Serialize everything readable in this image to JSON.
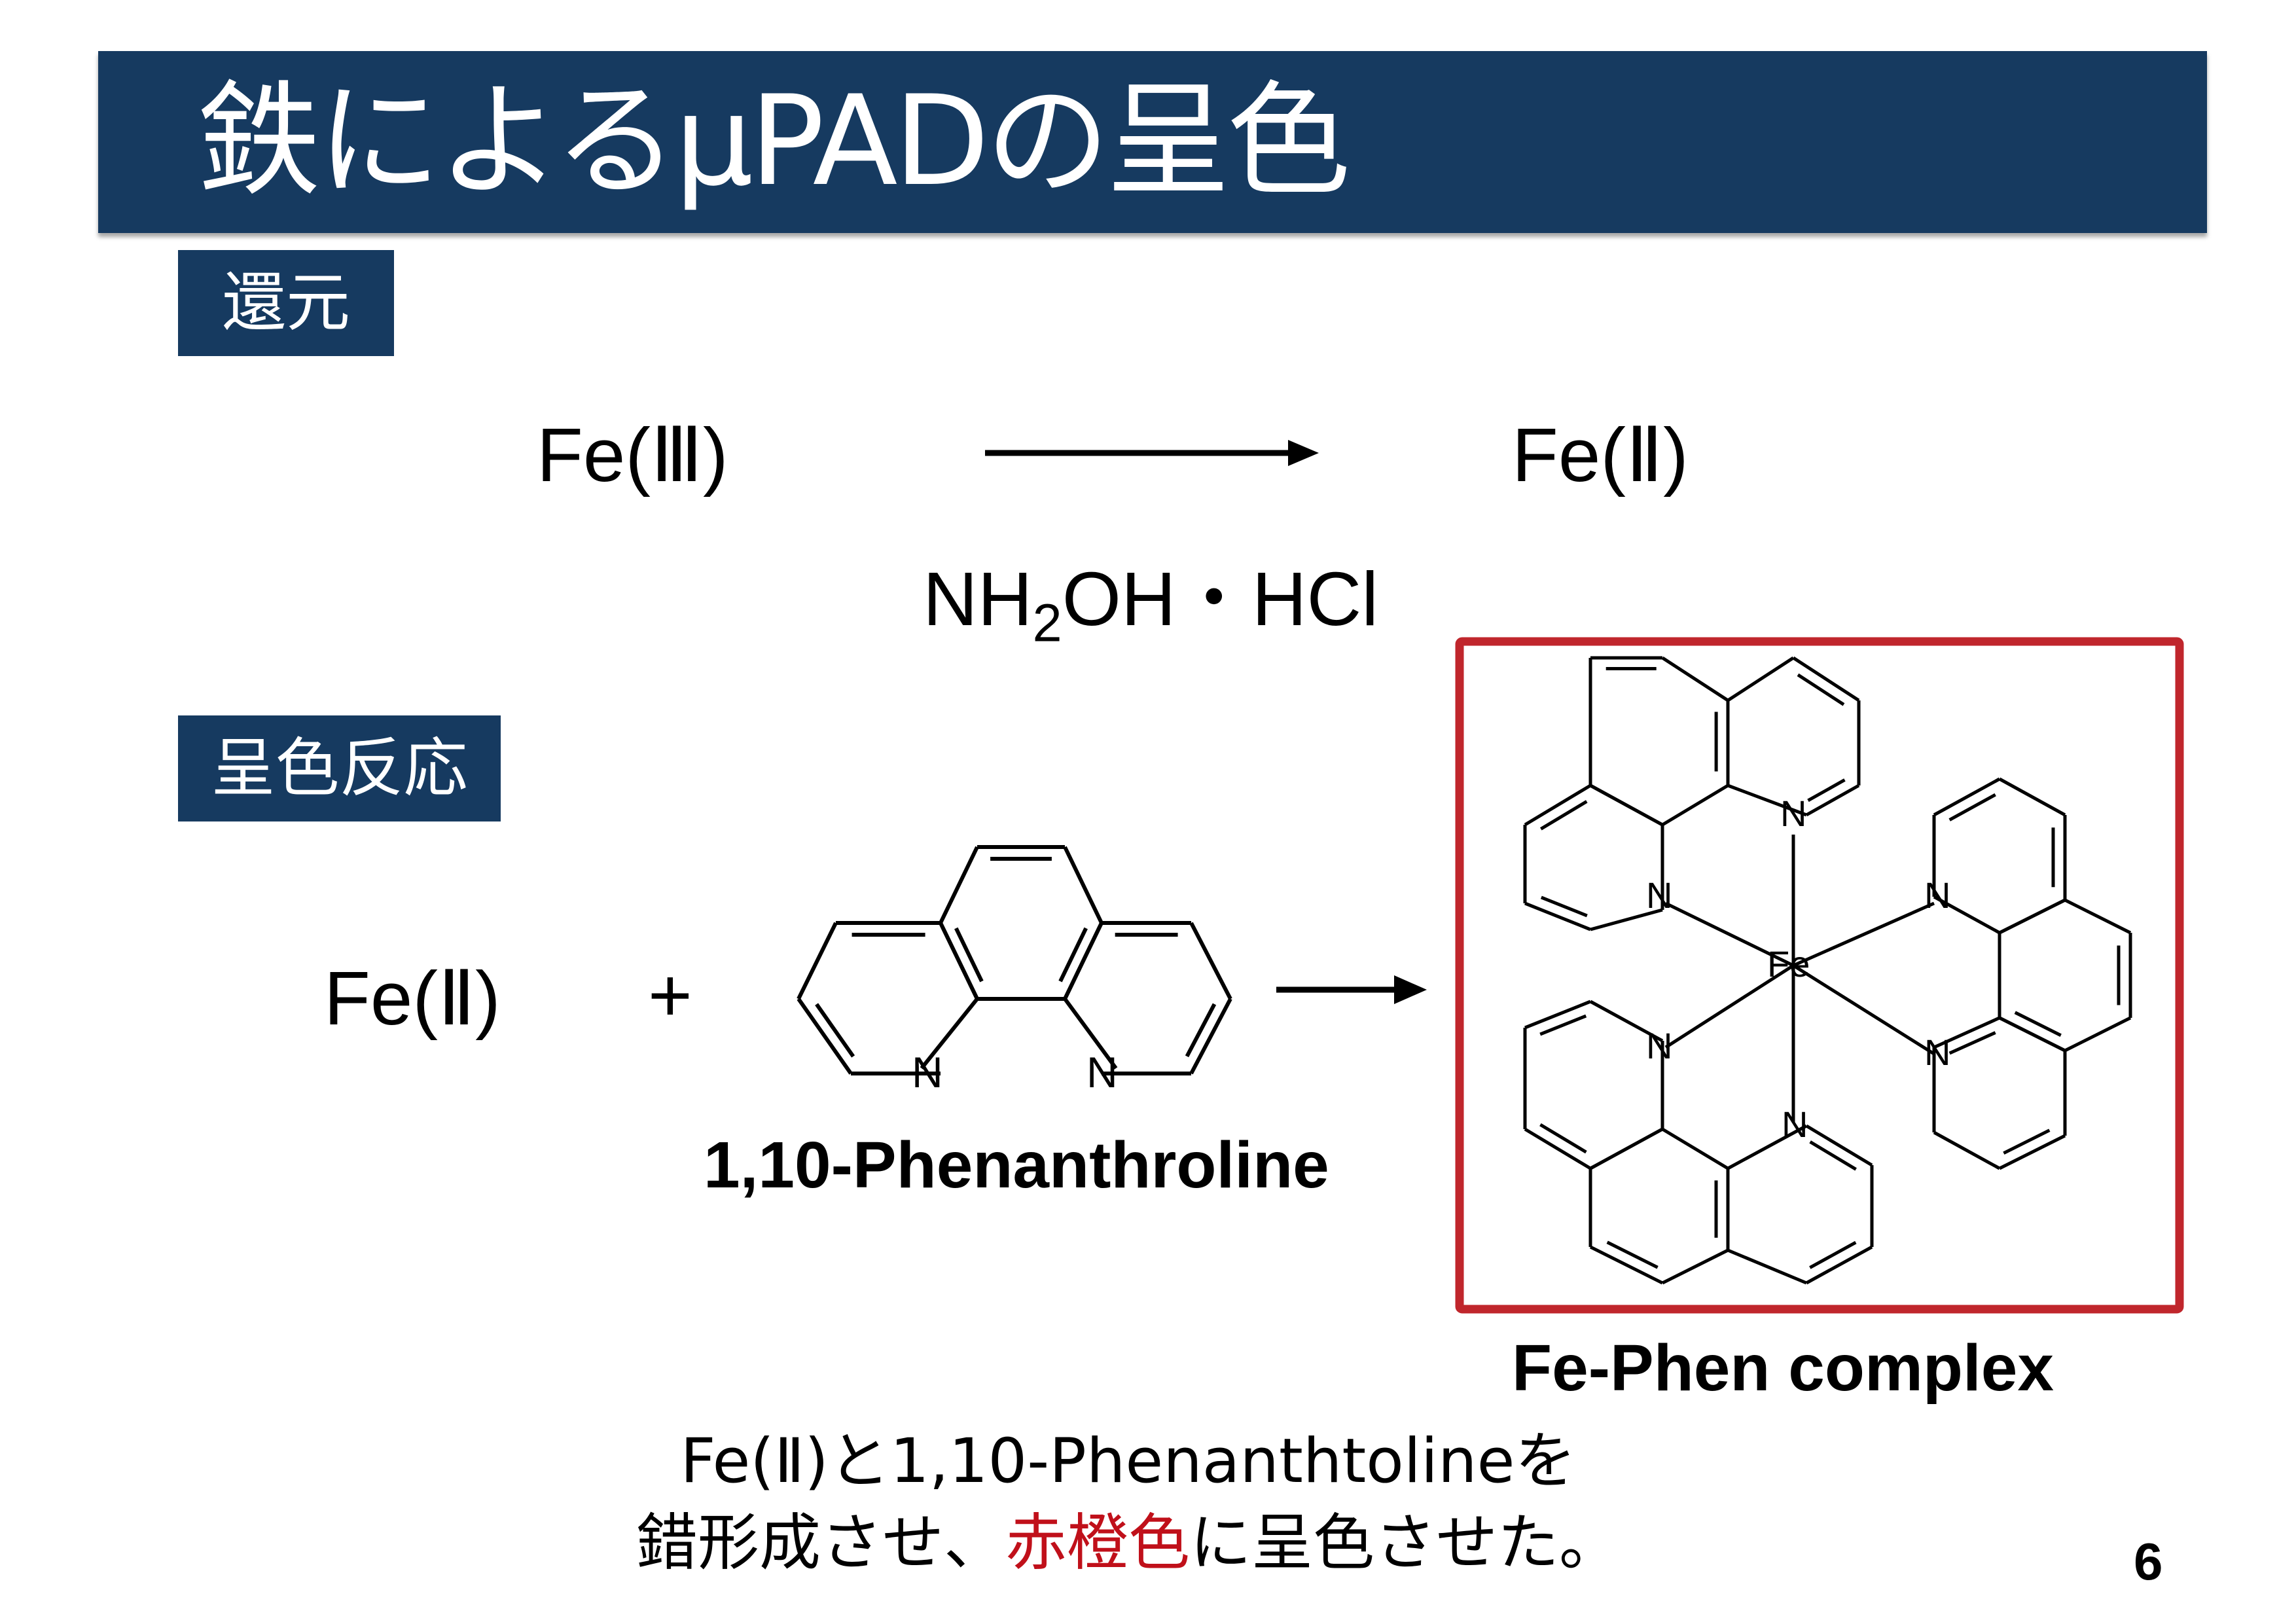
{
  "title": "鉄によるμPADの呈色",
  "sections": {
    "reduction": "還元",
    "color_reaction": "呈色反応"
  },
  "reduction": {
    "reactant": "Fe(Ⅲ)",
    "product": "Fe(Ⅱ)",
    "reagent_main": "NH",
    "reagent_sub": "2",
    "reagent_rest": "OH・HCl"
  },
  "color_reaction": {
    "reactant": "Fe(Ⅱ)",
    "plus": "+",
    "ligand_name": "1,10-Phenanthroline",
    "complex_name": "Fe-Phen complex",
    "atom_n": "N",
    "atom_fe": "Fe"
  },
  "caption": {
    "line1": "Fe(Ⅱ)と1,10-Phenanthtolineを",
    "line2_pre": "錯形成させ、",
    "line2_red": "赤橙色",
    "line2_post": "に呈色させた。"
  },
  "page_number": "6",
  "colors": {
    "title_bar": "#163a60",
    "highlight_red": "#c0101a",
    "box_border": "#c0262c"
  }
}
